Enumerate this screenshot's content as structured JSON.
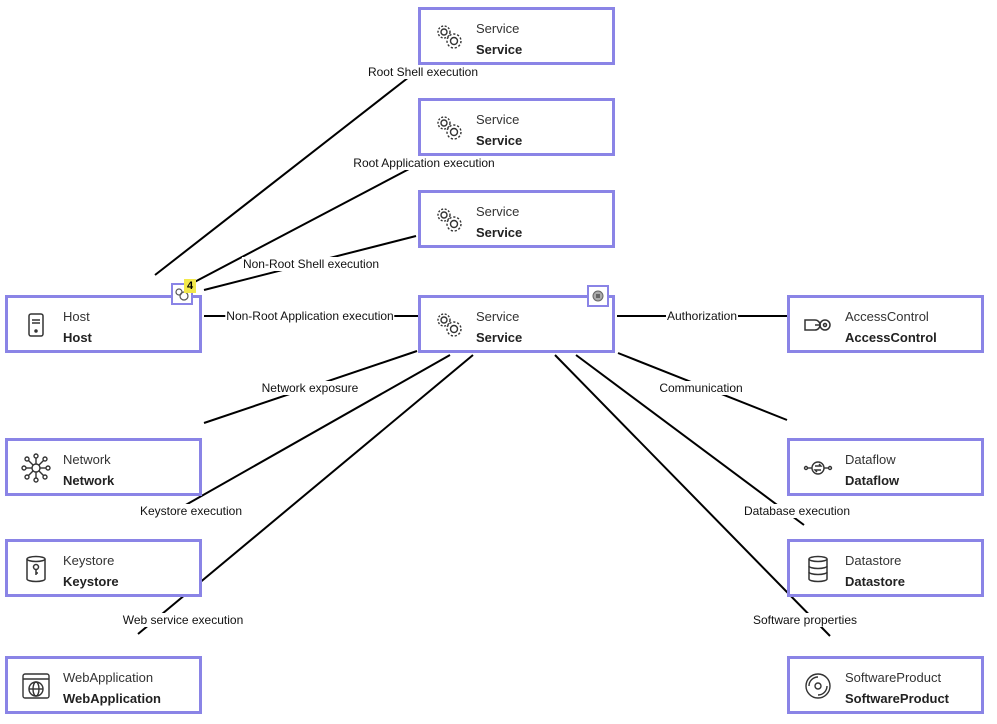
{
  "nodes": {
    "service_1": {
      "type": "Service",
      "name": "Service",
      "icon": "gears-icon"
    },
    "service_2": {
      "type": "Service",
      "name": "Service",
      "icon": "gears-icon"
    },
    "service_3": {
      "type": "Service",
      "name": "Service",
      "icon": "gears-icon"
    },
    "service_center": {
      "type": "Service",
      "name": "Service",
      "icon": "gears-icon"
    },
    "host": {
      "type": "Host",
      "name": "Host",
      "icon": "server-icon"
    },
    "access_control": {
      "type": "AccessControl",
      "name": "AccessControl",
      "icon": "key-icon"
    },
    "network": {
      "type": "Network",
      "name": "Network",
      "icon": "network-hub-icon"
    },
    "dataflow": {
      "type": "Dataflow",
      "name": "Dataflow",
      "icon": "dataflow-icon"
    },
    "keystore": {
      "type": "Keystore",
      "name": "Keystore",
      "icon": "keystore-icon"
    },
    "datastore": {
      "type": "Datastore",
      "name": "Datastore",
      "icon": "database-icon"
    },
    "web_application": {
      "type": "WebApplication",
      "name": "WebApplication",
      "icon": "web-window-icon"
    },
    "software_product": {
      "type": "SoftwareProduct",
      "name": "SoftwareProduct",
      "icon": "disc-icon"
    }
  },
  "edges": {
    "root_shell": "Root Shell execution",
    "root_app": "Root Application execution",
    "nonroot_shell": "Non-Root Shell execution",
    "nonroot_app": "Non-Root Application execution",
    "authorization": "Authorization",
    "network_exposure": "Network exposure",
    "communication": "Communication",
    "keystore_exec": "Keystore execution",
    "database_exec": "Database execution",
    "web_service_exec": "Web service execution",
    "software_props": "Software properties"
  },
  "badges": {
    "host_group_count": "4",
    "host_group_icon": "gears-icon",
    "center_service_icon": "lock-icon"
  },
  "colors": {
    "node_border": "#8a84e6",
    "badge_count_bg": "#f2e84a",
    "edge": "#000000"
  }
}
